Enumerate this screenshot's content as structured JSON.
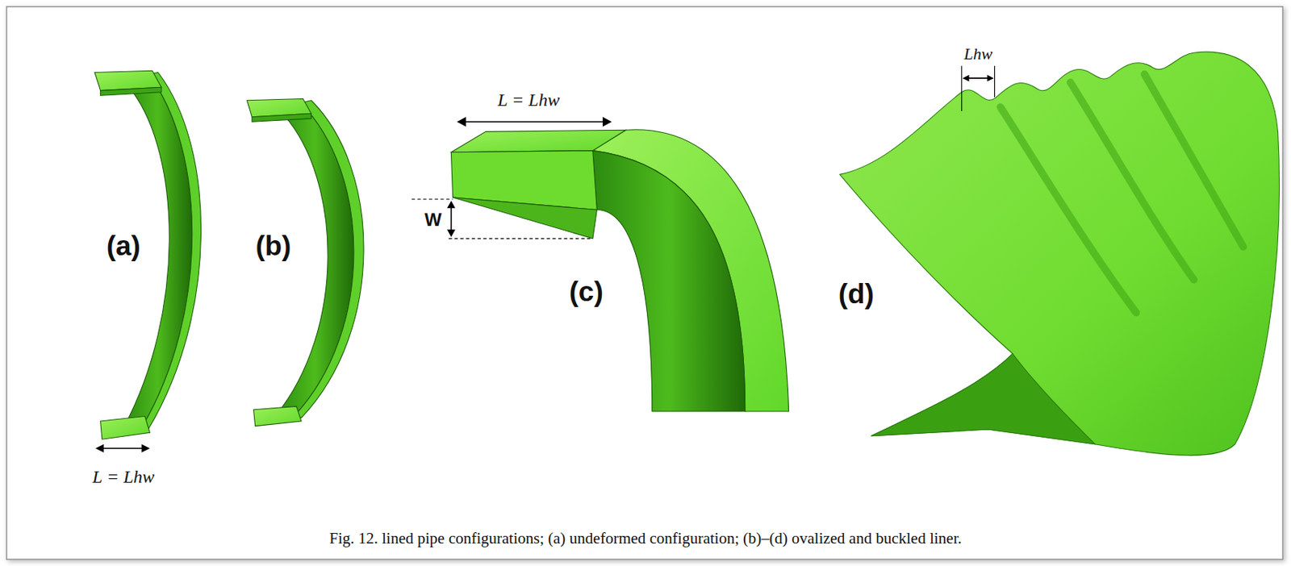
{
  "diagram": {
    "caption": "Fig. 12. lined pipe configurations; (a) undeformed configuration; (b)–(d) ovalized and buckled liner.",
    "labels": [
      "(a)",
      "(b)",
      "(c)",
      "(d)",
      "L = Lhw",
      "W",
      "L = Lhw",
      "Lhw"
    ]
  }
}
